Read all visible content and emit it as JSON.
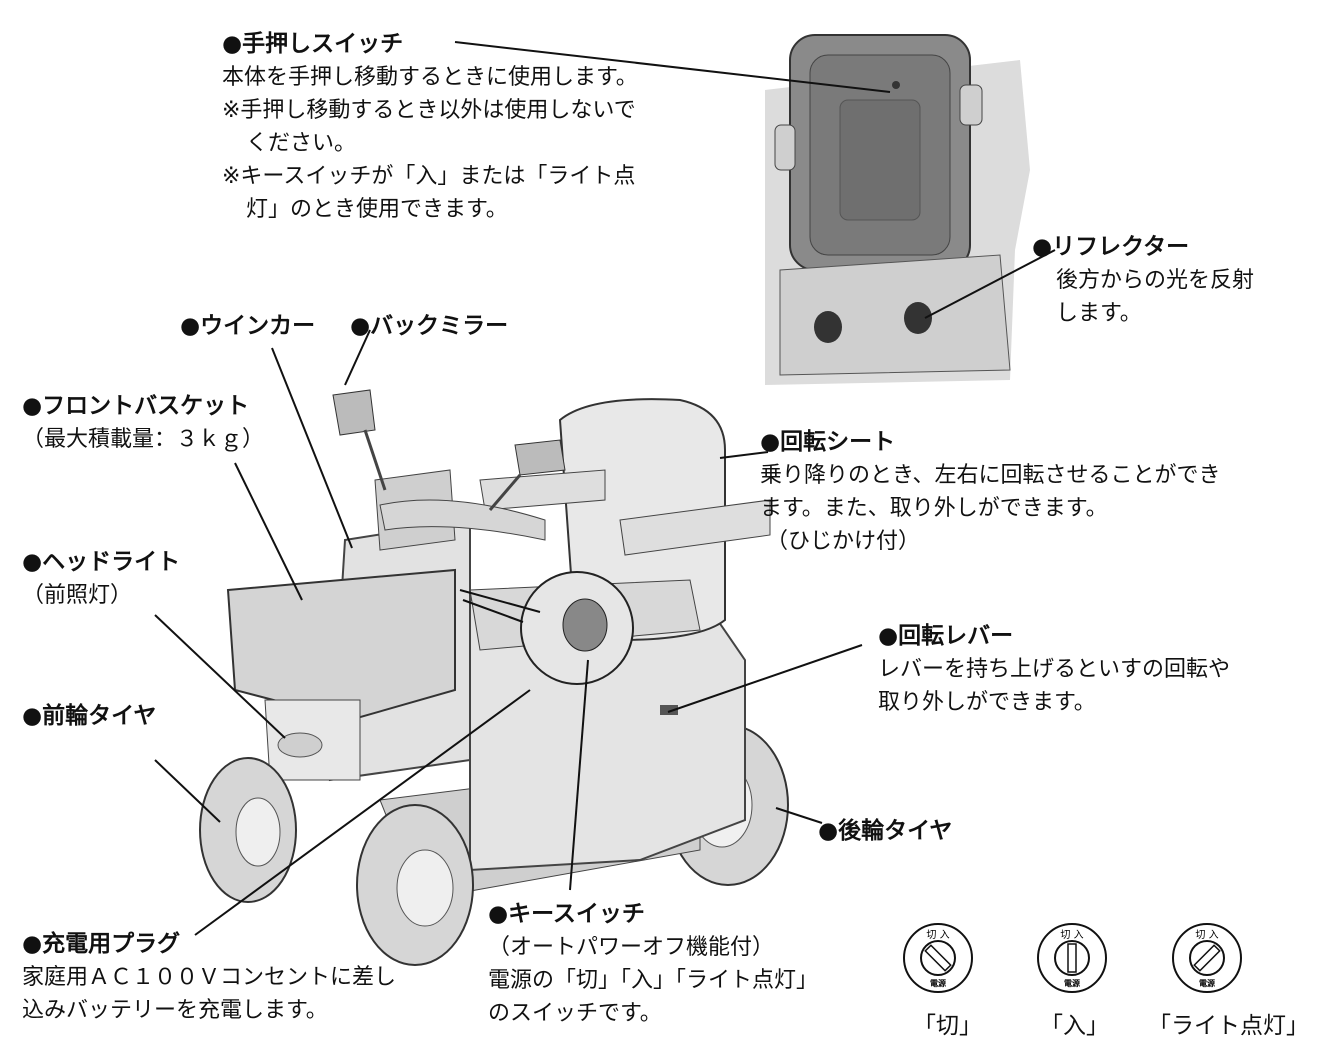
{
  "labels": {
    "hand_push": {
      "title": "●手押しスイッチ",
      "lines": [
        "本体を手押し移動するときに使用します。",
        "※手押し移動するとき以外は使用しないで",
        "ください。",
        "※キースイッチが「入」または「ライト点",
        "灯」のとき使用できます。"
      ]
    },
    "reflector": {
      "title": "●リフレクター",
      "lines": [
        "後方からの光を反射",
        "します。"
      ]
    },
    "winker": {
      "title": "●ウインカー"
    },
    "mirror": {
      "title": "●バックミラー"
    },
    "basket": {
      "title": "●フロントバスケット",
      "lines": [
        "（最大積載量：３ｋｇ）"
      ]
    },
    "seat": {
      "title": "●回転シート",
      "lines": [
        "乗り降りのとき、左右に回転させることができ",
        "ます。また、取り外しができます。",
        "（ひじかけ付）"
      ]
    },
    "headlight": {
      "title": "●ヘッドライト",
      "lines": [
        "（前照灯）"
      ]
    },
    "lever": {
      "title": "●回転レバー",
      "lines": [
        "レバーを持ち上げるといすの回転や",
        "取り外しができます。"
      ]
    },
    "front_tire": {
      "title": "●前輪タイヤ"
    },
    "rear_tire": {
      "title": "●後輪タイヤ"
    },
    "plug": {
      "title": "●充電用プラグ",
      "lines": [
        "家庭用ＡＣ１００Ｖコンセントに差し",
        "込みバッテリーを充電します。"
      ]
    },
    "key": {
      "title": "●キースイッチ",
      "lines": [
        "（オートパワーオフ機能付）",
        "電源の「切」「入」「ライト点灯」",
        "のスイッチです。"
      ]
    }
  },
  "key_positions": [
    {
      "caption": "「切」",
      "dial_top": "切 入",
      "dial_bottom": "電源",
      "angle": -45
    },
    {
      "caption": "「入」",
      "dial_top": "切 入",
      "dial_bottom": "電源",
      "angle": 0
    },
    {
      "caption": "「ライト点灯」",
      "dial_top": "切 入",
      "dial_bottom": "電源",
      "angle": 45
    }
  ],
  "colors": {
    "line": "#111111",
    "body": "#e6e6e6",
    "shade": "#bdbdbd",
    "dark": "#555555"
  }
}
